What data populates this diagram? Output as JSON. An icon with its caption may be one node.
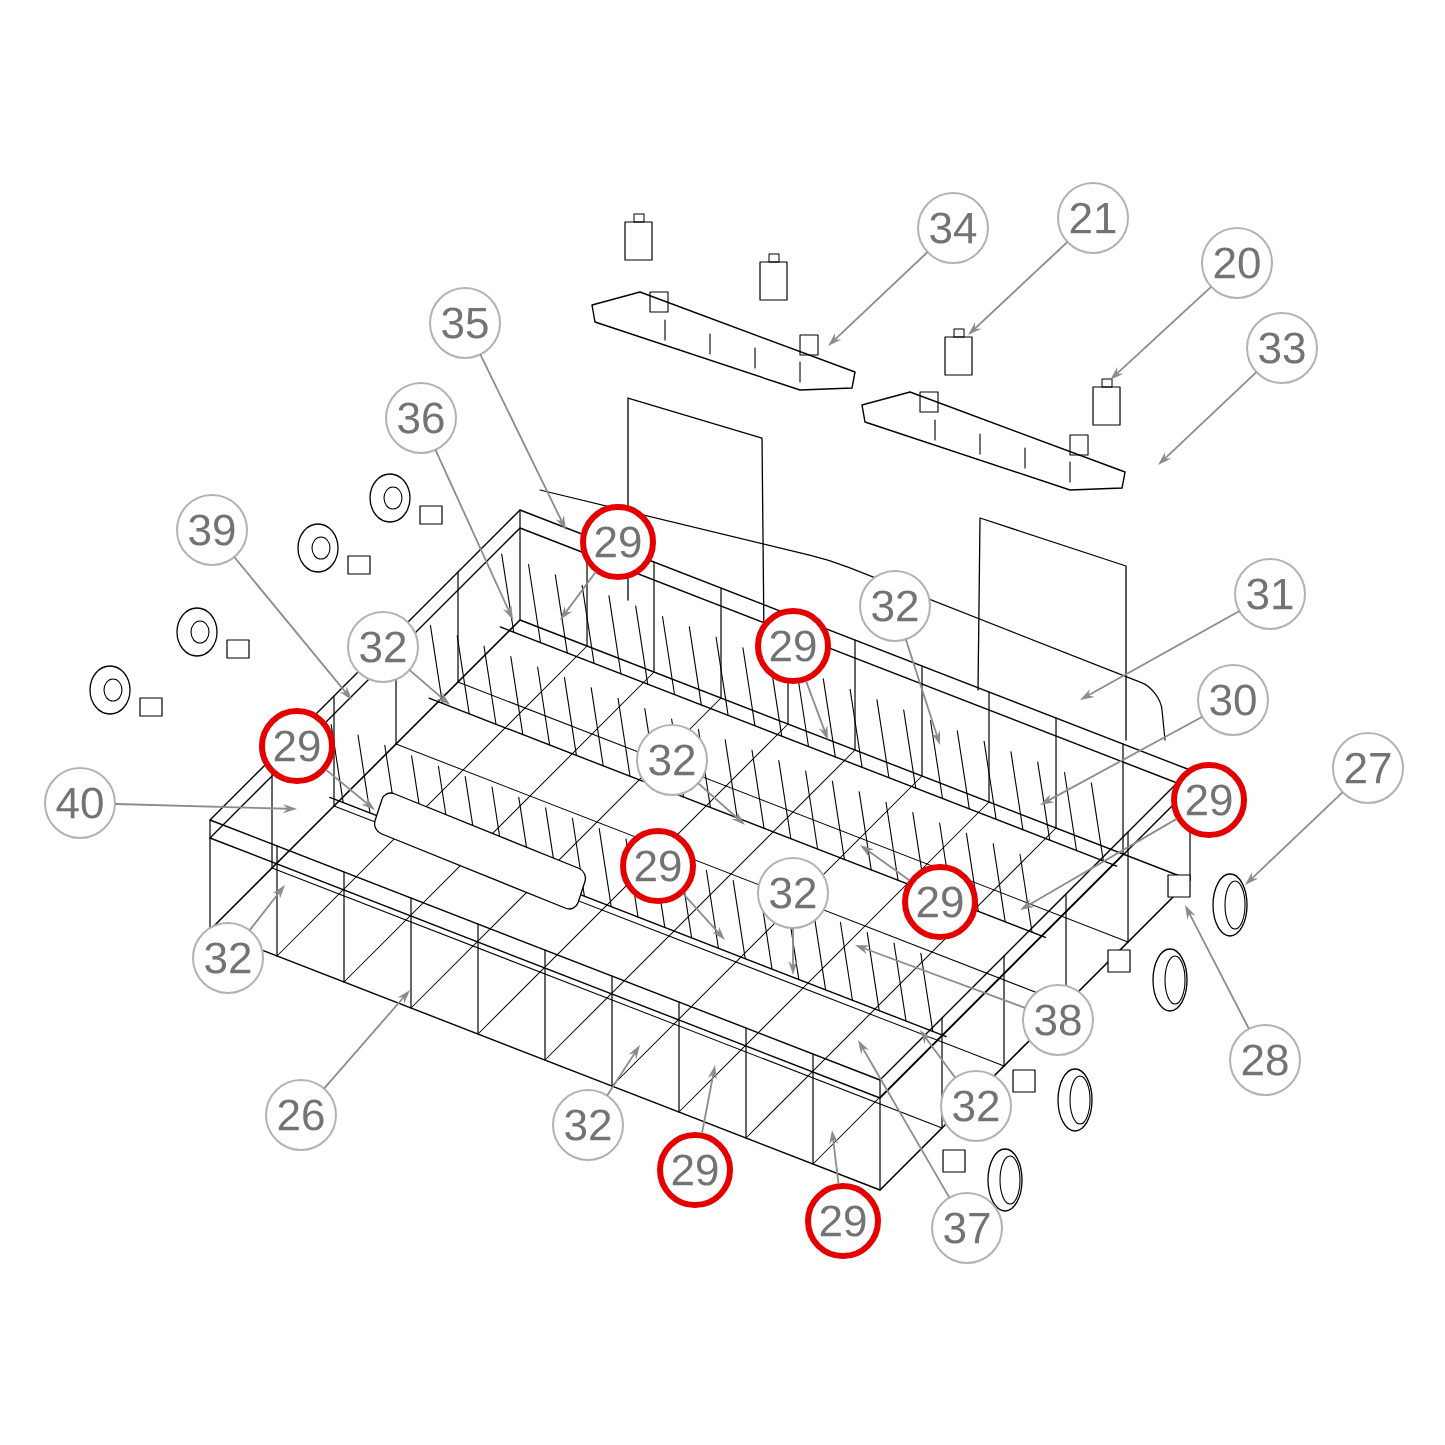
{
  "diagram": {
    "nodes": [
      {
        "text": [
          "21"
        ]
      },
      {
        "text": [
          "34"
        ]
      },
      {
        "text": [
          "20"
        ]
      },
      {
        "text": [
          "35"
        ]
      },
      {
        "text": [
          "33"
        ]
      },
      {
        "text": [
          "36"
        ]
      },
      {
        "text": [
          "39"
        ]
      },
      {
        "text": [
          "29"
        ]
      },
      {
        "text": [
          "31"
        ]
      },
      {
        "text": [
          "32"
        ]
      },
      {
        "text": [
          "29"
        ]
      },
      {
        "text": [
          "32"
        ]
      },
      {
        "text": [
          "30"
        ]
      },
      {
        "text": [
          "29"
        ]
      },
      {
        "text": [
          "32"
        ]
      },
      {
        "text": [
          "27"
        ]
      },
      {
        "text": [
          "29"
        ]
      },
      {
        "text": [
          "40"
        ]
      },
      {
        "text": [
          "29"
        ]
      },
      {
        "text": [
          "32"
        ]
      },
      {
        "text": [
          "29"
        ]
      },
      {
        "text": [
          "32"
        ]
      },
      {
        "text": [
          "38"
        ]
      },
      {
        "text": [
          "28"
        ]
      },
      {
        "text": [
          "32"
        ]
      },
      {
        "text": [
          "26"
        ]
      },
      {
        "text": [
          "32"
        ]
      },
      {
        "text": [
          "29"
        ]
      },
      {
        "text": [
          "29"
        ]
      },
      {
        "text": [
          "37"
        ]
      }
    ],
    "edges": [
      {
        "from": 0,
        "to": null,
        "arrow": "to"
      },
      {
        "from": 1,
        "to": null,
        "arrow": "to"
      },
      {
        "from": 2,
        "to": null,
        "arrow": "to"
      },
      {
        "from": 3,
        "to": null,
        "arrow": "to"
      },
      {
        "from": 4,
        "to": null,
        "arrow": "to"
      },
      {
        "from": 5,
        "to": null,
        "arrow": "to"
      },
      {
        "from": 6,
        "to": null,
        "arrow": "to"
      },
      {
        "from": 7,
        "to": null,
        "arrow": "to"
      },
      {
        "from": 8,
        "to": null,
        "arrow": "to"
      },
      {
        "from": 9,
        "to": null,
        "arrow": "to"
      },
      {
        "from": 10,
        "to": null,
        "arrow": "to"
      },
      {
        "from": 11,
        "to": null,
        "arrow": "to"
      },
      {
        "from": 12,
        "to": null,
        "arrow": "to"
      },
      {
        "from": 13,
        "to": null,
        "arrow": "to"
      },
      {
        "from": 14,
        "to": null,
        "arrow": "to"
      },
      {
        "from": 15,
        "to": null,
        "arrow": "to"
      },
      {
        "from": 16,
        "to": null,
        "arrow": "to"
      },
      {
        "from": 17,
        "to": null,
        "arrow": "to"
      },
      {
        "from": 18,
        "to": null,
        "arrow": "to"
      },
      {
        "from": 19,
        "to": null,
        "arrow": "to"
      },
      {
        "from": 20,
        "to": null,
        "arrow": "to"
      },
      {
        "from": 21,
        "to": null,
        "arrow": "to"
      },
      {
        "from": 22,
        "to": null,
        "arrow": "to"
      },
      {
        "from": 23,
        "to": null,
        "arrow": "to"
      },
      {
        "from": 24,
        "to": null,
        "arrow": "to"
      },
      {
        "from": 25,
        "to": null,
        "arrow": "to"
      },
      {
        "from": 26,
        "to": null,
        "arrow": "to"
      },
      {
        "from": 27,
        "to": null,
        "arrow": "to"
      },
      {
        "from": 28,
        "to": null,
        "arrow": "to"
      },
      {
        "from": 29,
        "to": null,
        "arrow": "to"
      }
    ]
  }
}
